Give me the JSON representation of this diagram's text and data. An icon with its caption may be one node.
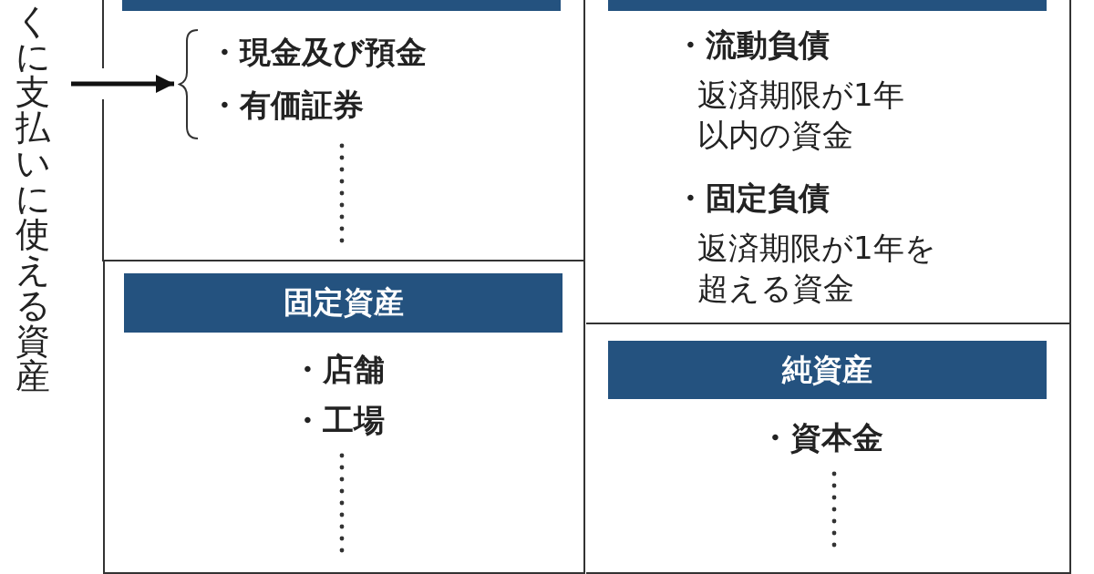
{
  "diagram": {
    "nodes": [
      {
        "text": [
          "くに支払いに使える資産"
        ]
      },
      {
        "text": [],
        "shape": "box"
      },
      {
        "text": [],
        "shape": "bar",
        "in": 1
      },
      {
        "text": [
          "・現金及び預金",
          "・有価証券"
        ],
        "in": 1
      },
      {
        "text": [],
        "shape": "box"
      },
      {
        "text": [],
        "shape": "bar",
        "in": 4
      },
      {
        "text": [
          "・流動負債",
          "返済期限が1年以内の資金",
          "・固定負債",
          "返済期限が1年を超える資金"
        ],
        "in": 4
      },
      {
        "text": [
          "・店舗",
          "・工場"
        ]
      },
      {
        "text": [
          "固定資産"
        ],
        "in": 7
      },
      {
        "text": [
          "・資本金"
        ]
      },
      {
        "text": [
          "純資産"
        ],
        "in": 9
      }
    ],
    "edges": [
      {
        "from": 0,
        "to": 3,
        "arrow": "to"
      }
    ]
  }
}
